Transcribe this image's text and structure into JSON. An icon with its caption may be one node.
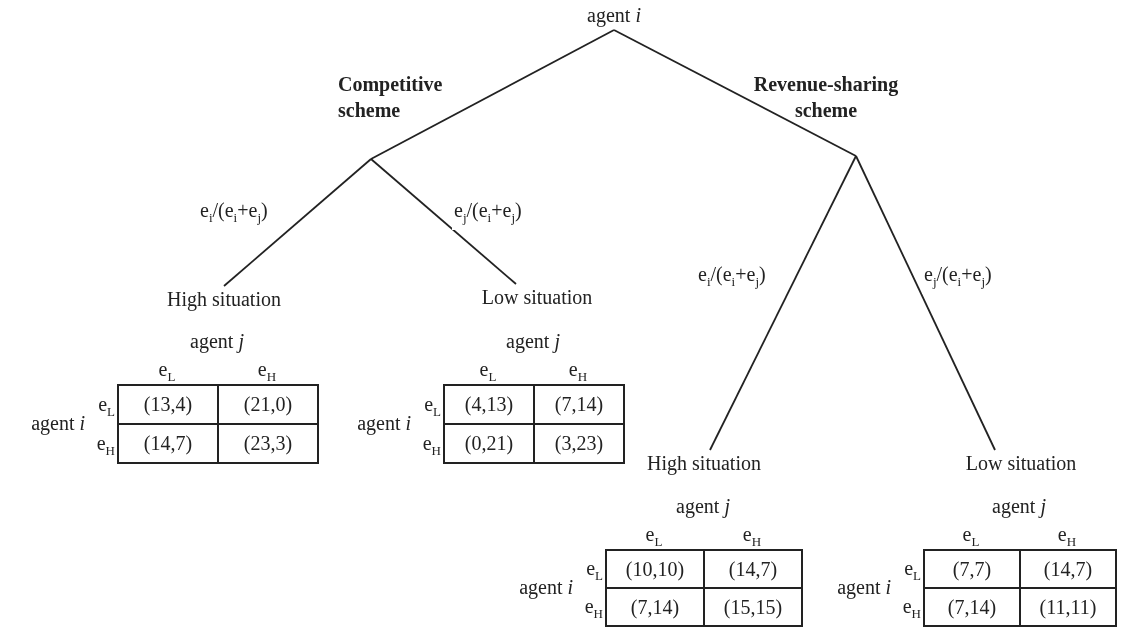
{
  "diagram": {
    "nodes": [
      {
        "text": [
          "agent *i*"
        ]
      },
      {
        "text": [
          "Competitive scheme"
        ]
      },
      {
        "text": [
          "Revenue-sharing scheme"
        ]
      },
      {
        "text": [
          "High situation"
        ]
      },
      {
        "text": [
          "Low situation"
        ]
      },
      {
        "text": [
          "High situation"
        ]
      },
      {
        "text": [
          "Low situation"
        ]
      }
    ],
    "edges": [
      {
        "from": 0,
        "to": 1,
        "arrow": "none"
      },
      {
        "from": 0,
        "to": 2,
        "arrow": "none"
      },
      {
        "from": 1,
        "to": 3,
        "arrow": "none",
        "label": "e$_{i}$/(e$_{i}$+e$_{j}$)"
      },
      {
        "from": 1,
        "to": 4,
        "arrow": "none",
        "label": "e$_{j}$/(e$_{i}$+e$_{j}$)"
      },
      {
        "from": 2,
        "to": 5,
        "arrow": "none",
        "label": "e$_{i}$/(e$_{i}$+e$_{j}$)"
      },
      {
        "from": 2,
        "to": 6,
        "arrow": "none",
        "label": "e$_{j}$/(e$_{i}$+e$_{j}$)"
      }
    ],
    "labels": [
      "agent *j*",
      "e$_{L}$",
      "e$_{H}$",
      "agent *i*",
      "e$_{L}$",
      "(13,4)",
      "(21,0)",
      "e$_{H}$",
      "(14,7)",
      "(23,3)",
      "agent *j*",
      "e$_{L}$",
      "e$_{H}$",
      "agent *i*",
      "e$_{L}$",
      "(4,13)",
      "(7,14)",
      "e$_{H}$",
      "(0,21)",
      "(3,23)",
      "agent *j*",
      "e$_{L}$",
      "e$_{H}$",
      "agent *i*",
      "e$_{L}$",
      "(10,10)",
      "(14,7)",
      "e$_{H}$",
      "(7,14)",
      "(15,15)",
      "agent *j*",
      "e$_{L}$",
      "e$_{H}$",
      "agent *i*",
      "e$_{L}$",
      "(7,7)",
      "(14,7)",
      "e$_{H}$",
      "(7,14)",
      "(11,11)"
    ]
  }
}
